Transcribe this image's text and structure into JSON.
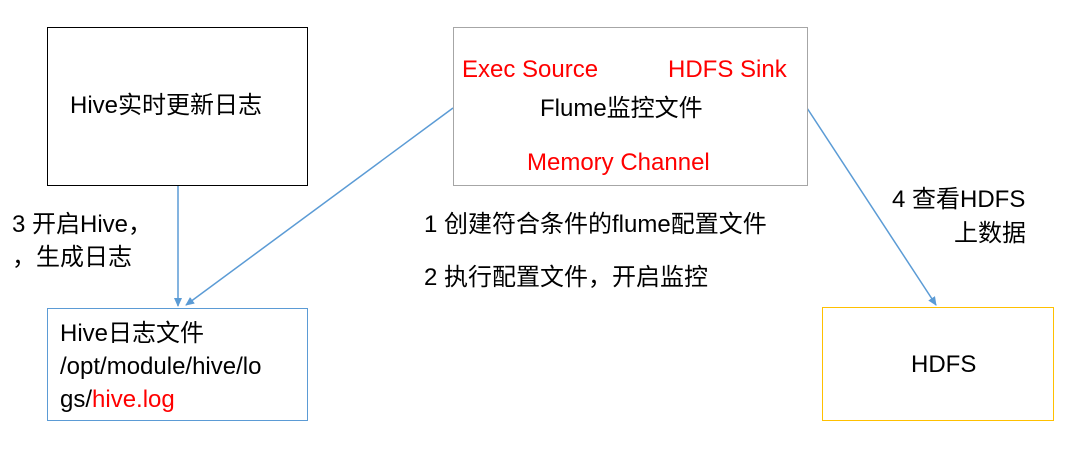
{
  "boxes": {
    "hive_log_update": {
      "label": "Hive实时更新日志"
    },
    "flume": {
      "source": "Exec Source",
      "sink": "HDFS Sink",
      "label": "Flume监控文件",
      "channel": "Memory Channel"
    },
    "hive_log_file": {
      "line1": "Hive日志文件",
      "line2": "/opt/module/hive/lo",
      "line3_prefix": "gs/",
      "line3_highlight": "hive.log"
    },
    "hdfs": {
      "label": "HDFS"
    }
  },
  "steps": {
    "step3_line1": "3 开启Hive，",
    "step3_line2": "，生成日志",
    "step1": "1 创建符合条件的flume配置文件",
    "step2": "2 执行配置文件，开启监控",
    "step4_line1": "4 查看HDFS",
    "step4_line2": "上数据"
  },
  "colors": {
    "highlight": "#ff0000",
    "arrow": "#5b9bd5",
    "hdfs_border": "#ffc000",
    "flume_border": "#a6a6a6"
  }
}
